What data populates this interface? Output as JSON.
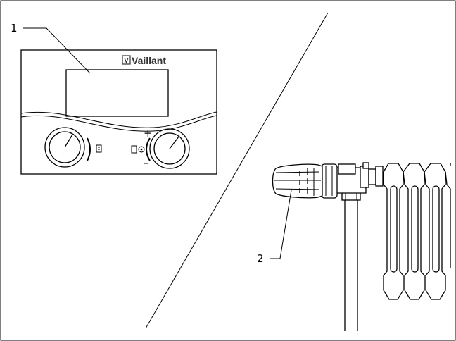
{
  "callouts": [
    {
      "number": "1",
      "target": "controller"
    },
    {
      "number": "2",
      "target": "thermostatic-valve"
    }
  ],
  "controller": {
    "brand": "Vaillant",
    "knob_symbols": {
      "plus": "+",
      "minus": "–"
    }
  },
  "icons": {
    "brand_logo": "vaillant-logo-icon",
    "left_knob": "rotary-knob-icon",
    "right_knob": "rotary-knob-icon",
    "display_symbol": "display-symbol-icon",
    "sun_symbol": "sun-symbol-icon"
  }
}
